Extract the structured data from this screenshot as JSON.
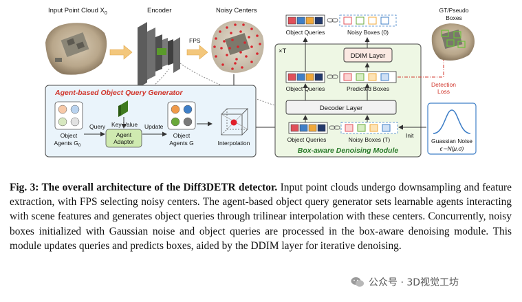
{
  "diagram": {
    "labels": {
      "input_point_cloud": "Input Point Cloud X",
      "input_point_cloud_sub": "0",
      "encoder": "Encoder",
      "noisy_centers": "Noisy Centers",
      "fps": "FPS",
      "gt_boxes_line1": "GT/Pseudo",
      "gt_boxes_line2": "Boxes",
      "object_queries_top": "Object Queries",
      "noisy_boxes_top": "Noisy Boxes (0)",
      "times_t": "×T",
      "ddim_layer": "DDIM Layer",
      "object_queries_mid": "Object Queries",
      "predicted_boxes": "Predicted Boxes",
      "detection_loss_line1": "Detection",
      "detection_loss_line2": "Loss",
      "decoder_layer": "Decoder Layer",
      "object_queries_bottom": "Object Queries",
      "noisy_boxes_bottom": "Noisy Boxes (T)",
      "box_aware_module": "Box-aware Denoising Module",
      "init": "Init",
      "gaussian_noise": "Guassian Noise",
      "gaussian_formula": "ϵ∼N(μ,σ)",
      "agent_generator": "Agent-based Object Query Generator",
      "object_agents_g0_line1": "Object",
      "object_agents_g0_line2": "Agents G",
      "object_agents_g0_sub": "0",
      "query": "Query",
      "key_value": "Key  Value",
      "agent_adaptor_line1": "Agent",
      "agent_adaptor_line2": "Adaptor",
      "update": "Update",
      "object_agents_g_line1": "Object",
      "object_agents_g_line2": "Agents G",
      "interpolation": "Interpolation"
    },
    "colors": {
      "query_red": "#e0505a",
      "query_blue": "#3f7fc7",
      "query_orange": "#f0a83a",
      "query_navy": "#23396b",
      "agent_box_fill": "#eaf4fb",
      "agent_box_border": "#4a4a4a",
      "module_fill": "#eef7e4",
      "adaptor_fill": "#cfeab0",
      "loss_red": "#d0352b",
      "title_red": "#d0352b",
      "title_green": "#2a7a2a",
      "gauss_border": "#3f7fc7"
    }
  },
  "caption": {
    "label": "Fig. 3: The overall architecture of the Diff3DETR detector.",
    "text": " Input point clouds undergo downsampling and feature extraction, with FPS selecting noisy centers. The agent-based object query generator sets learnable agents interacting with scene features and generates object queries through trilinear interpolation with these centers. Concurrently, noisy boxes initialized with Gaussian noise and object queries are processed in the box-aware denoising module. This module updates queries and predicts boxes, aided by the DDIM layer for iterative denoising."
  },
  "watermark": {
    "text": "公众号 · 3D视觉工坊",
    "icon": "wechat-icon"
  }
}
